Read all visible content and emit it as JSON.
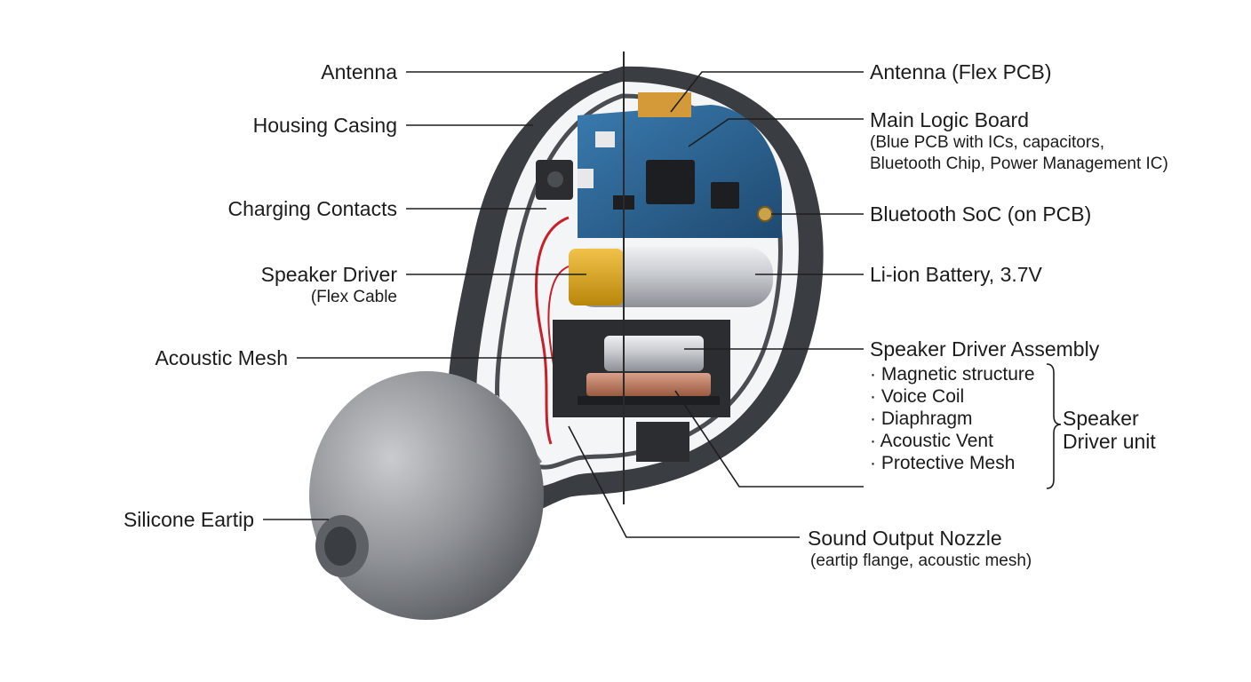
{
  "left_labels": {
    "antenna": "Antenna",
    "housing_casing": "Housing Casing",
    "charging_contacts": "Charging Contacts",
    "speaker_driver": "Speaker Driver",
    "speaker_driver_sub": "(Flex Cable",
    "acoustic_mesh": "Acoustic Mesh",
    "silicone_eartip": "Silicone Eartip"
  },
  "right_labels": {
    "antenna_flex": "Antenna (Flex PCB)",
    "main_logic_board": "Main Logic Board",
    "main_logic_board_sub1": "(Blue PCB with ICs, capacitors,",
    "main_logic_board_sub2": "Bluetooth Chip, Power Management IC)",
    "bluetooth_soc": "Bluetooth SoC (on PCB)",
    "battery": "Li-ion Battery, 3.7V",
    "speaker_driver_assembly": "Speaker Driver Assembly",
    "assembly_parts": [
      "· Magnetic structure",
      "· Voice Coil",
      "· Diaphragm",
      "· Acoustic Vent",
      "· Protective Mesh"
    ],
    "driver_unit_line1": "Speaker",
    "driver_unit_line2": "Driver unit"
  },
  "bottom_labels": {
    "sound_output_nozzle": "Sound Output Nozzle",
    "sound_output_nozzle_sub": "(eartip flange, acoustic mesh)"
  },
  "colors": {
    "pcb": "#2c5f8a",
    "housing": "#3a3d42",
    "battery_cell": "#c8cbd0",
    "battery_gold": "#d9a520",
    "eartip": "#8f9296",
    "copper": "#b8765a",
    "wire": "#c8202a"
  }
}
